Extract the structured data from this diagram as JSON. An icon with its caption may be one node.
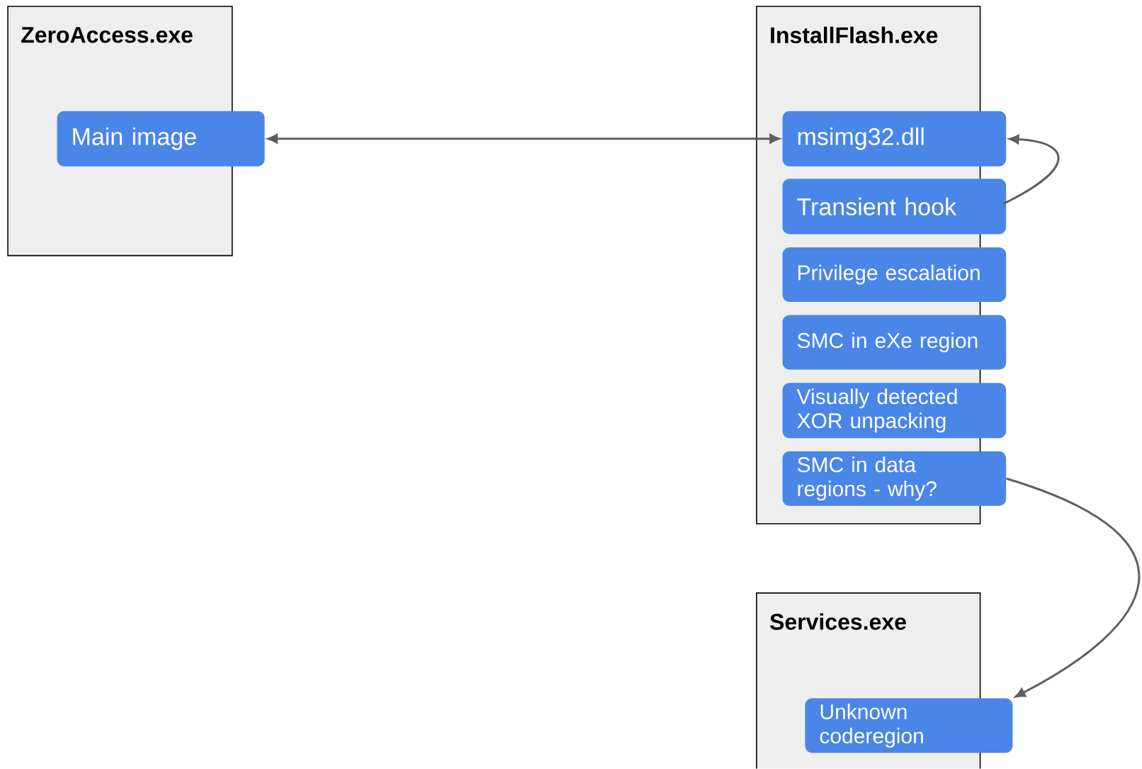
{
  "diagram": {
    "nodes": [
      {
        "text": [
          "ZeroAccess.exe"
        ]
      },
      {
        "text": [
          "Main image"
        ],
        "in": 0
      },
      {
        "text": [
          "InstallFlash.exe"
        ]
      },
      {
        "text": [
          "msimg32.dll"
        ],
        "in": 2
      },
      {
        "text": [
          "Transient hook"
        ],
        "in": 2
      },
      {
        "text": [
          "Privilege escalation"
        ],
        "in": 2
      },
      {
        "text": [
          "SMC in eXe region"
        ],
        "in": 2
      },
      {
        "text": [
          "Visually detected XOR unpacking"
        ],
        "in": 2
      },
      {
        "text": [
          "SMC in data regions - why?"
        ],
        "in": 2
      },
      {
        "text": [
          "Services.exe"
        ]
      },
      {
        "text": [
          "Unknown coderegion"
        ],
        "in": 9
      }
    ],
    "edges": [
      {
        "from": 1,
        "to": 3,
        "arrow": "both"
      },
      {
        "from": 4,
        "to": 3,
        "arrow": "to"
      },
      {
        "from": 8,
        "to": 10,
        "arrow": "to"
      }
    ]
  }
}
